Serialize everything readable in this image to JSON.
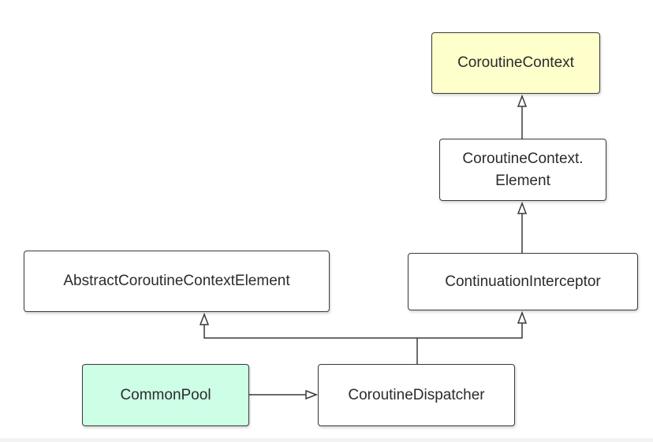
{
  "colors": {
    "stroke": "#3a3a3a",
    "text": "#2b2b2b",
    "highlight_yellow": "#ffffcc",
    "highlight_green": "#ccffe6",
    "plain": "#ffffff"
  },
  "nodes": {
    "coroutine_context": {
      "label": "CoroutineContext",
      "fill": "#ffffcc"
    },
    "coroutine_context_element": {
      "line1": "CoroutineContext.",
      "line2": "Element",
      "fill": "#ffffff"
    },
    "abstract_coroutine_context_element": {
      "label": "AbstractCoroutineContextElement",
      "fill": "#ffffff"
    },
    "continuation_interceptor": {
      "label": "ContinuationInterceptor",
      "fill": "#ffffff"
    },
    "common_pool": {
      "label": "CommonPool",
      "fill": "#ccffe6"
    },
    "coroutine_dispatcher": {
      "label": "CoroutineDispatcher",
      "fill": "#ffffff"
    }
  },
  "edges": [
    {
      "from": "coroutine_context_element",
      "to": "coroutine_context",
      "arrow": "hollow-triangle"
    },
    {
      "from": "continuation_interceptor",
      "to": "coroutine_context_element",
      "arrow": "hollow-triangle"
    },
    {
      "from": "coroutine_dispatcher",
      "to": "abstract_coroutine_context_element",
      "arrow": "hollow-triangle"
    },
    {
      "from": "coroutine_dispatcher",
      "to": "continuation_interceptor",
      "arrow": "hollow-triangle"
    },
    {
      "from": "common_pool",
      "to": "coroutine_dispatcher",
      "arrow": "hollow-triangle"
    }
  ]
}
